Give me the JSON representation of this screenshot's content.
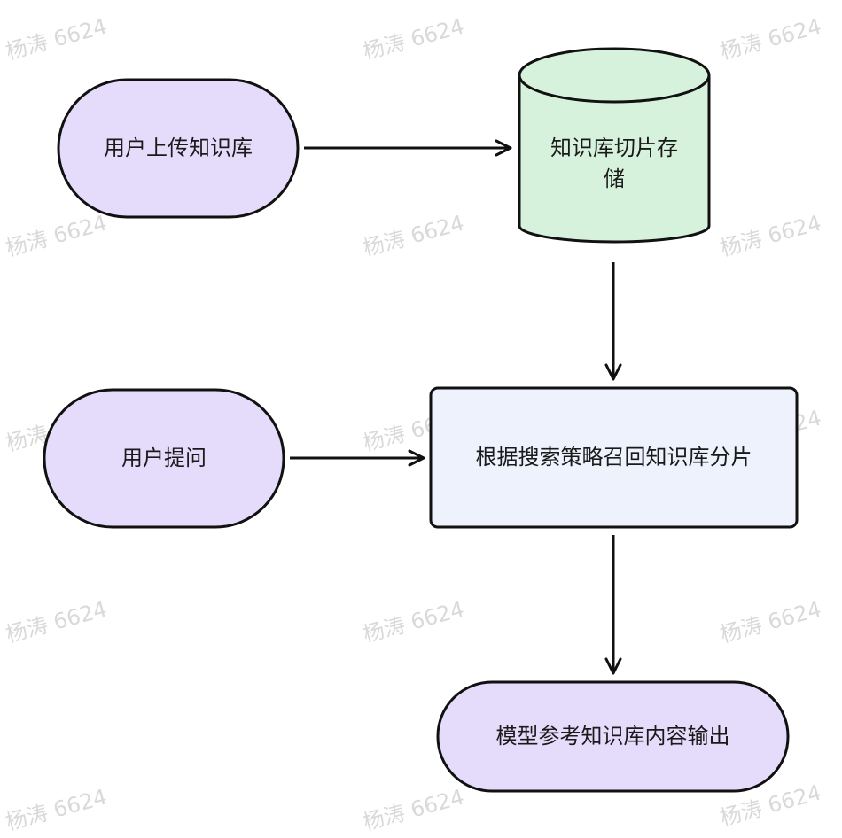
{
  "watermark": "杨涛 6624",
  "nodes": {
    "upload": "用户上传知识库",
    "storage_line1": "知识库切片存",
    "storage_line2": "储",
    "question": "用户提问",
    "retrieve": "根据搜索策略召回知识库分片",
    "output": "模型参考知识库内容输出"
  },
  "colors": {
    "terminal_fill": "#e5dcfb",
    "storage_fill": "#d7f2dc",
    "process_fill": "#edf2fc",
    "stroke": "#111111",
    "watermark": "#d9d9d9"
  }
}
